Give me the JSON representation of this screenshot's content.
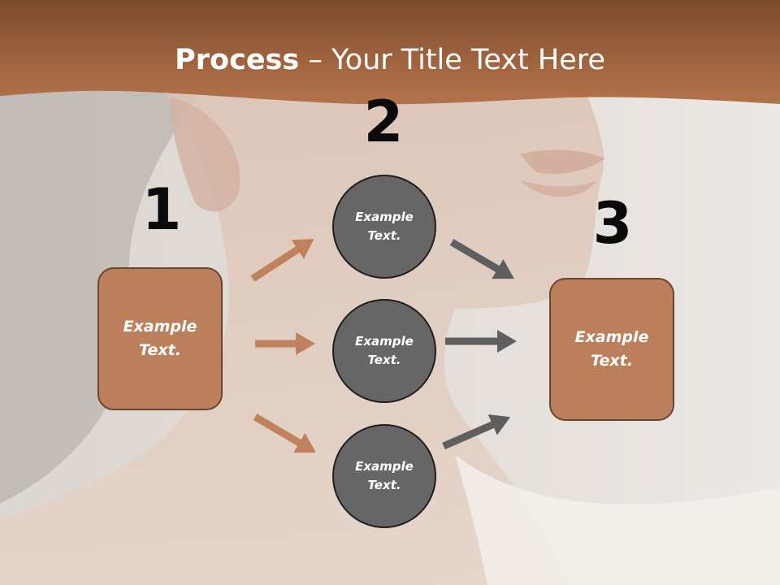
{
  "title": {
    "bold": "Process",
    "rest": " – Your Title Text Here"
  },
  "steps": [
    {
      "number": "1",
      "label": "Example\nText."
    },
    {
      "number": "2",
      "label": ""
    },
    {
      "number": "3",
      "label": "Example\nText."
    }
  ],
  "circles": [
    {
      "label": "Example\nText."
    },
    {
      "label": "Example\nText."
    },
    {
      "label": "Example\nText."
    }
  ],
  "colors": {
    "banner": "#a66a48",
    "box_fill": "#bb7f5c",
    "circle_fill": "#666666",
    "arrow_left": "#c0815d",
    "arrow_right": "#5f5f5f"
  }
}
